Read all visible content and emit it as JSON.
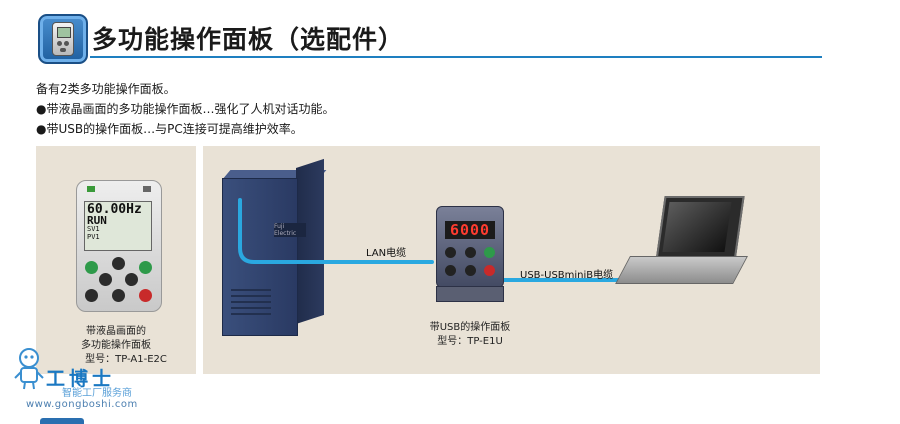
{
  "header": {
    "title": "多功能操作面板（选配件）",
    "icon": "keypad-icon",
    "accent_color": "#1e7fc0"
  },
  "intro": {
    "line1": "备有2类多功能操作面板。",
    "line2": "●带液晶画面的多功能操作面板…强化了人机对话功能。",
    "line3": "●带USB的操作面板…与PC连接可提高维护效率。"
  },
  "left_panel": {
    "lcd_lines": [
      "60.00Hz",
      "RUN",
      "SV1 ",
      "PV1 "
    ],
    "lcd_big": "60.00Hz",
    "caption_line1": "带液晶画面的",
    "caption_line2": "多功能操作面板",
    "caption_line3": "型号：TP-A1-E2C"
  },
  "right_panel": {
    "inverter_logo": "Fuji Electric",
    "lan_label": "LAN电缆",
    "usb_label": "USB-USBminiB电缆",
    "keypad_display": "6000",
    "caption_line1": "带USB的操作面板",
    "caption_line2": "型号：TP-E1U",
    "cable_color": "#2aa8e0"
  },
  "watermark": {
    "brand": "工博士",
    "sub": "智能工厂服务商",
    "url": "www.gongboshi.com"
  }
}
